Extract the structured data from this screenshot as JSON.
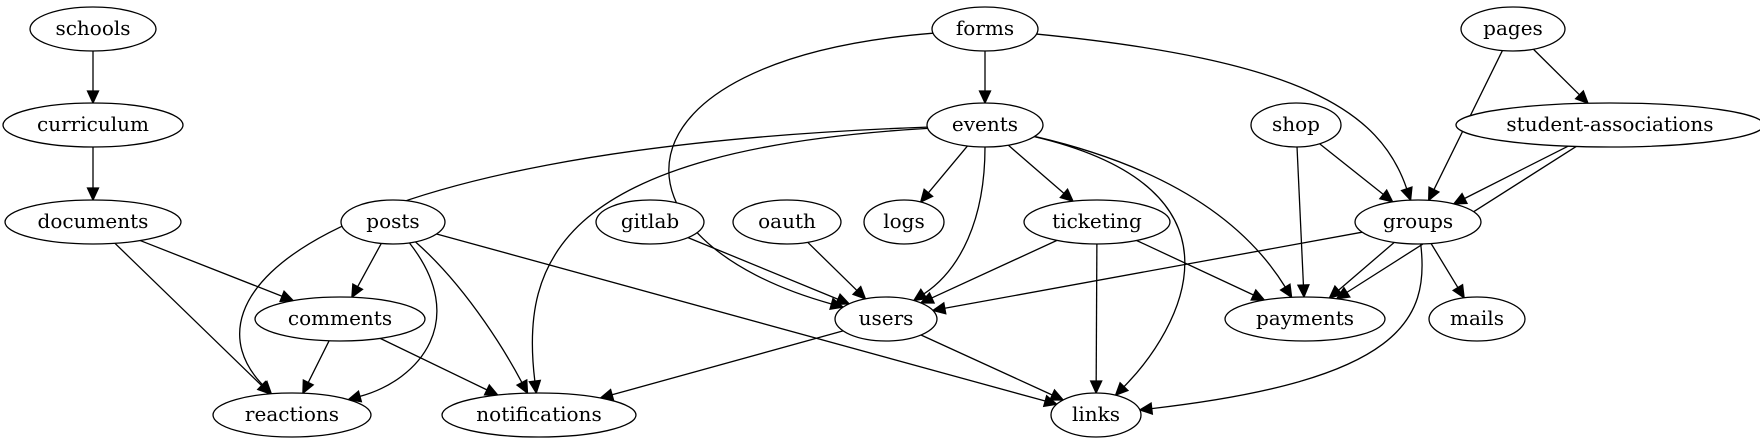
{
  "nodes": [
    {
      "id": "schools",
      "label": "schools"
    },
    {
      "id": "curriculum",
      "label": "curriculum"
    },
    {
      "id": "documents",
      "label": "documents"
    },
    {
      "id": "posts",
      "label": "posts"
    },
    {
      "id": "comments",
      "label": "comments"
    },
    {
      "id": "reactions",
      "label": "reactions"
    },
    {
      "id": "notifications",
      "label": "notifications"
    },
    {
      "id": "forms",
      "label": "forms"
    },
    {
      "id": "events",
      "label": "events"
    },
    {
      "id": "gitlab",
      "label": "gitlab"
    },
    {
      "id": "oauth",
      "label": "oauth"
    },
    {
      "id": "logs",
      "label": "logs"
    },
    {
      "id": "ticketing",
      "label": "ticketing"
    },
    {
      "id": "users",
      "label": "users"
    },
    {
      "id": "links",
      "label": "links"
    },
    {
      "id": "shop",
      "label": "shop"
    },
    {
      "id": "payments",
      "label": "payments"
    },
    {
      "id": "pages",
      "label": "pages"
    },
    {
      "id": "student-associations",
      "label": "student-associations"
    },
    {
      "id": "groups",
      "label": "groups"
    },
    {
      "id": "mails",
      "label": "mails"
    }
  ],
  "edges": [
    {
      "from": "schools",
      "to": "curriculum"
    },
    {
      "from": "curriculum",
      "to": "documents"
    },
    {
      "from": "documents",
      "to": "comments"
    },
    {
      "from": "documents",
      "to": "reactions"
    },
    {
      "from": "posts",
      "to": "comments"
    },
    {
      "from": "posts",
      "to": "reactions"
    },
    {
      "from": "posts",
      "to": "notifications"
    },
    {
      "from": "posts",
      "to": "links"
    },
    {
      "from": "comments",
      "to": "reactions"
    },
    {
      "from": "comments",
      "to": "notifications"
    },
    {
      "from": "forms",
      "to": "events"
    },
    {
      "from": "forms",
      "to": "users"
    },
    {
      "from": "forms",
      "to": "groups"
    },
    {
      "from": "events",
      "to": "reactions"
    },
    {
      "from": "events",
      "to": "notifications"
    },
    {
      "from": "events",
      "to": "logs"
    },
    {
      "from": "events",
      "to": "ticketing"
    },
    {
      "from": "events",
      "to": "users"
    },
    {
      "from": "events",
      "to": "payments"
    },
    {
      "from": "events",
      "to": "links"
    },
    {
      "from": "gitlab",
      "to": "users"
    },
    {
      "from": "oauth",
      "to": "users"
    },
    {
      "from": "ticketing",
      "to": "users"
    },
    {
      "from": "ticketing",
      "to": "payments"
    },
    {
      "from": "ticketing",
      "to": "links"
    },
    {
      "from": "users",
      "to": "notifications"
    },
    {
      "from": "users",
      "to": "links"
    },
    {
      "from": "shop",
      "to": "groups"
    },
    {
      "from": "shop",
      "to": "payments"
    },
    {
      "from": "pages",
      "to": "student-associations"
    },
    {
      "from": "pages",
      "to": "groups"
    },
    {
      "from": "student-associations",
      "to": "groups"
    },
    {
      "from": "student-associations",
      "to": "payments"
    },
    {
      "from": "groups",
      "to": "users"
    },
    {
      "from": "groups",
      "to": "mails"
    },
    {
      "from": "groups",
      "to": "links"
    },
    {
      "from": "groups",
      "to": "payments"
    }
  ]
}
